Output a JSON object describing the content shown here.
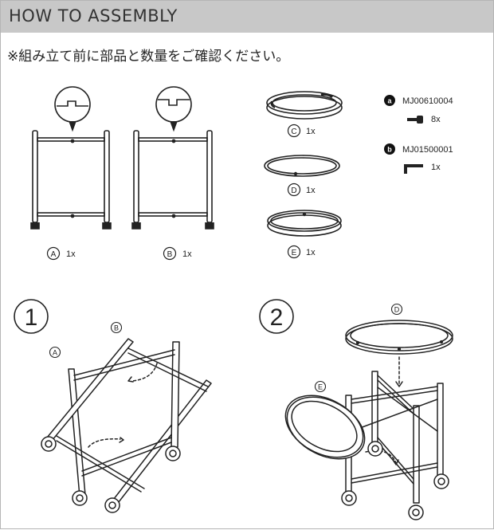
{
  "header": {
    "title": "HOW TO ASSEMBLY"
  },
  "note": "※組み立て前に部品と数量をご確認ください。",
  "parts": {
    "A": {
      "letter": "A",
      "qty": "1x"
    },
    "B": {
      "letter": "B",
      "qty": "1x"
    },
    "C": {
      "letter": "C",
      "qty": "1x"
    },
    "D": {
      "letter": "D",
      "qty": "1x"
    },
    "E": {
      "letter": "E",
      "qty": "1x"
    }
  },
  "hardware": [
    {
      "badge": "a",
      "code": "MJ00610004",
      "qty": "8x",
      "icon": "screw-icon"
    },
    {
      "badge": "b",
      "code": "MJ01500001",
      "qty": "1x",
      "icon": "hex-key-icon"
    }
  ],
  "steps": [
    {
      "number": "1",
      "labels": [
        "B",
        "A"
      ]
    },
    {
      "number": "2",
      "labels": [
        "D",
        "E"
      ]
    }
  ]
}
